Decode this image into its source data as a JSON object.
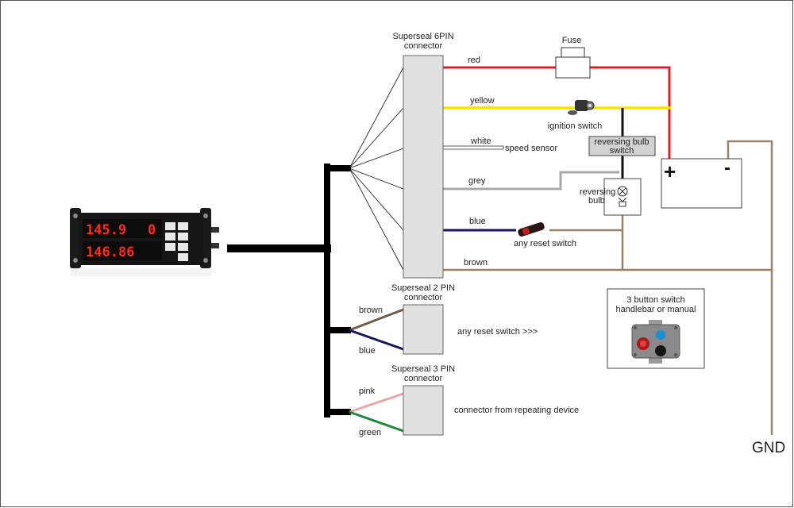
{
  "connectors": {
    "six_pin": "Superseal 6PIN\nconnector",
    "two_pin": "Superseal 2 PIN\nconnector",
    "three_pin": "Superseal 3 PIN\nconnector"
  },
  "wires": {
    "red": "red",
    "yellow": "yellow",
    "white": "white",
    "grey": "grey",
    "blue": "blue",
    "brown": "brown",
    "brown2": "brown",
    "blue2": "blue",
    "pink": "pink",
    "green": "green"
  },
  "components": {
    "fuse": "Fuse",
    "ignition_switch": "ignition switch",
    "speed_sensor": "speed sensor",
    "reversing_bulb_switch": "reversing bulb\nswitch",
    "reversing_bulb": "reversing\nbulb",
    "any_reset_switch": "any reset switch",
    "any_reset_switch_2pin": "any reset switch >>>",
    "repeating_device": "connector from repeating device",
    "three_button_switch": "3 button switch\nhandlebar or manual",
    "battery_plus": "+",
    "battery_minus": "-",
    "gnd": "GND"
  },
  "device": {
    "display_top": "145.9",
    "display_top_right": "0",
    "display_bottom": "146.86"
  },
  "colors": {
    "red_wire": "#dd1f1f",
    "yellow_wire": "#f5e100",
    "grey_wire": "#a8a8a8",
    "blue_wire": "#15155f",
    "brown_wire": "#9a8168",
    "pink_wire": "#eba5a5",
    "green_wire": "#1a8a3a",
    "connector_fill": "#e1e1e1"
  }
}
